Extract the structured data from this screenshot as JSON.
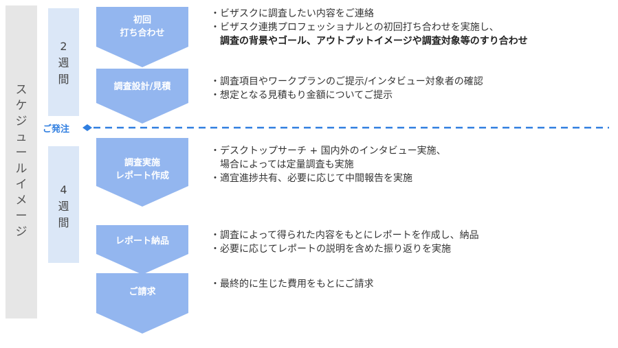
{
  "side_label": [
    "ス",
    "ケ",
    "ジ",
    "ュ",
    "ー",
    "ル",
    "イ",
    "メ",
    "ー",
    "ジ"
  ],
  "durations": [
    {
      "chars": [
        "2",
        "週",
        "間"
      ]
    },
    {
      "chars": [
        "4",
        "週",
        "間"
      ]
    }
  ],
  "steps": [
    {
      "label_lines": [
        "初回",
        "打ち合わせ"
      ],
      "desc": [
        {
          "text": "・ビザスクに調査したい内容をご連絡",
          "bold": false
        },
        {
          "text": "・ビザスク連携プロフェッショナルとの初回打ち合わせを実施し、",
          "bold": false
        },
        {
          "text": "　調査の背景やゴール、アウトプットイメージや調査対象等のすり合わせ",
          "bold": true
        }
      ]
    },
    {
      "label_lines": [
        "調査設計/見積"
      ],
      "desc": [
        {
          "text": "・調査項目やワークプランのご提示/インタビュー対象者の確認",
          "bold": false
        },
        {
          "text": "・想定となる見積もり金額についてご提示",
          "bold": false
        }
      ]
    },
    {
      "label_lines": [
        "調査実施",
        "レポート作成"
      ],
      "desc": [
        {
          "text": "・デスクトップサーチ + 国内外のインタビュー実施、",
          "bold": false
        },
        {
          "text": "　場合によっては定量調査も実施",
          "bold": false
        },
        {
          "text": "・適宜進捗共有、必要に応じて中間報告を実施",
          "bold": false
        }
      ]
    },
    {
      "label_lines": [
        "レポート納品"
      ],
      "desc": [
        {
          "text": "・調査によって得られた内容をもとにレポートを作成し、納品",
          "bold": false
        },
        {
          "text": "・必要に応じてレポートの説明を含めた振り返りを実施",
          "bold": false
        }
      ]
    },
    {
      "label_lines": [
        "ご請求"
      ],
      "desc": [
        {
          "text": "・最終的に生じた費用をもとにご請求",
          "bold": false
        }
      ]
    }
  ],
  "order": {
    "label": "ご発注"
  },
  "colors": {
    "arrow": "#93b6ef",
    "duration_bg": "#dbe7f7",
    "side_bg": "#e6e6e6",
    "accent": "#2f7ee0"
  }
}
